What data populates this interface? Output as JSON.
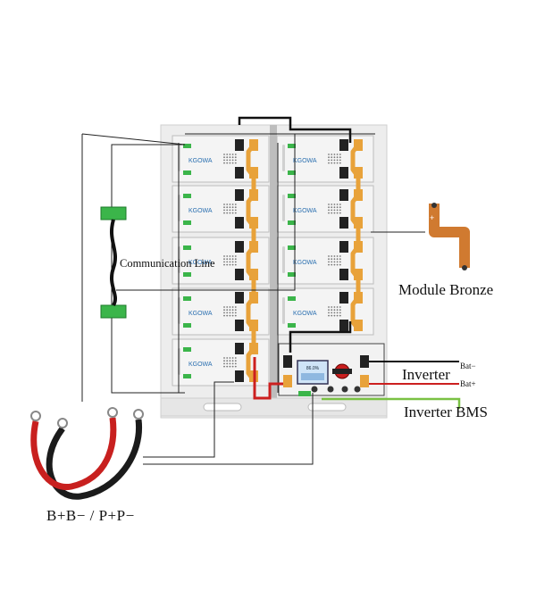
{
  "labels": {
    "communication_line": "Communication Line",
    "module_bronze": "Module Bronze",
    "inverter": "Inverter",
    "bat_minus": "Bat−",
    "bat_plus": "Bat+",
    "inverter_bms": "Inverter BMS",
    "cables": "B+B− / P+P−"
  },
  "module_brand": "KGOWA",
  "colors": {
    "cabinet": "#eeeeee",
    "module_face": "#f4f4f4",
    "busbar": "#e8a23a",
    "power_red": "#cc1f1f",
    "bms_green": "#7ac143",
    "connector_green": "#3bb54a",
    "screen_blue": "#cfe4f7",
    "switch_red": "#c81e1e"
  },
  "bms_screen": {
    "soc": "86.0%"
  }
}
